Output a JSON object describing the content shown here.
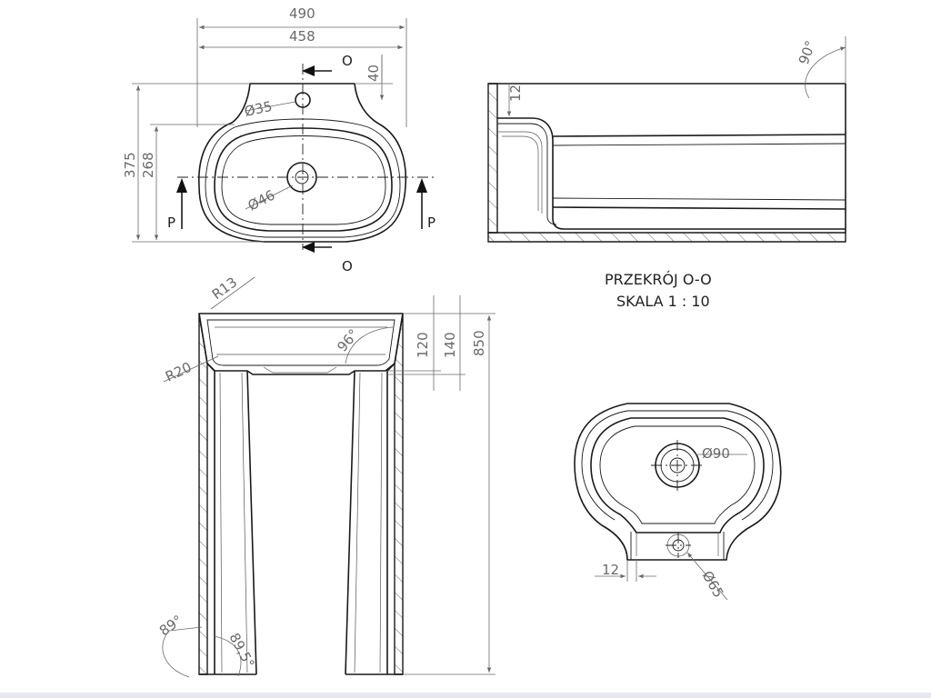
{
  "top_view": {
    "dim_width_outer": "490",
    "dim_width_inner": "458",
    "dim_tap_offset": "40",
    "dim_height_total": "375",
    "dim_height_bowl": "268",
    "tap_hole": "Ø35",
    "drain_hole": "Ø46",
    "section_o_top": "O",
    "section_o_bottom": "O",
    "section_p_left": "P",
    "section_p_right": "P"
  },
  "section_view": {
    "title_line1": "PRZEKRÓJ O-O",
    "title_line2": "SKALA 1 : 10",
    "dim_wall": "12",
    "angle": "90°"
  },
  "front_view": {
    "radius_top": "R13",
    "radius_inner": "R20",
    "angle_bowl": "96°",
    "dim_120": "120",
    "dim_140": "140",
    "dim_850": "850",
    "angle_base_left": "89°",
    "angle_base_right": "89,5°"
  },
  "bottom_view": {
    "hole_large": "Ø90",
    "hole_small": "Ø65",
    "dim_wall": "12"
  }
}
